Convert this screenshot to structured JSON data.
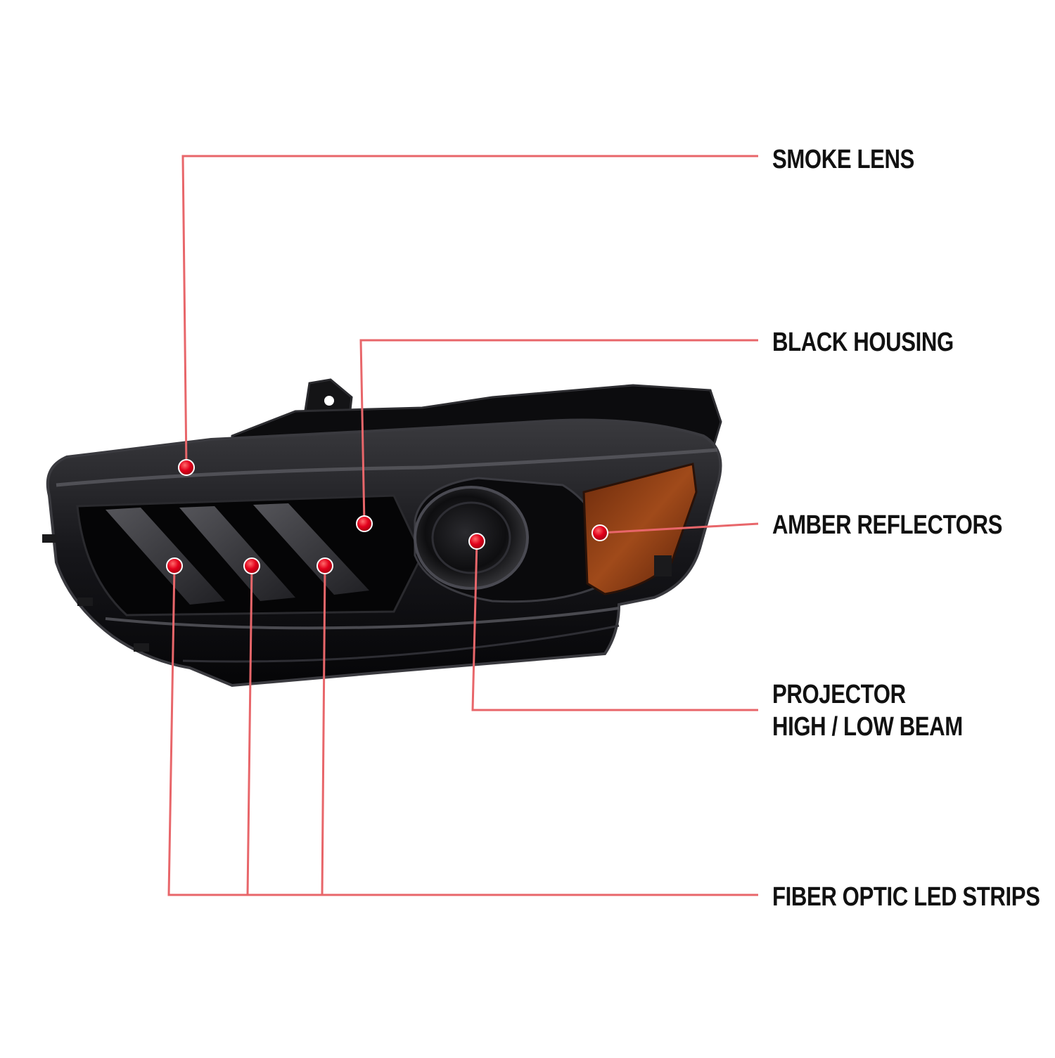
{
  "callouts": {
    "smoke_lens": "SMOKE LENS",
    "black_housing": "BLACK HOUSING",
    "amber_reflectors": "AMBER REFLECTORS",
    "projector_line1": "PROJECTOR",
    "projector_line2": "HIGH / LOW BEAM",
    "fiber_optic": "FIBER OPTIC LED STRIPS"
  },
  "colors": {
    "leader_line": "#e8666a",
    "marker_dot": "#e3001b",
    "housing": "#111111",
    "amber": "#8a3a12",
    "text": "#111111"
  },
  "icons": {
    "marker": "red-dot-marker"
  }
}
